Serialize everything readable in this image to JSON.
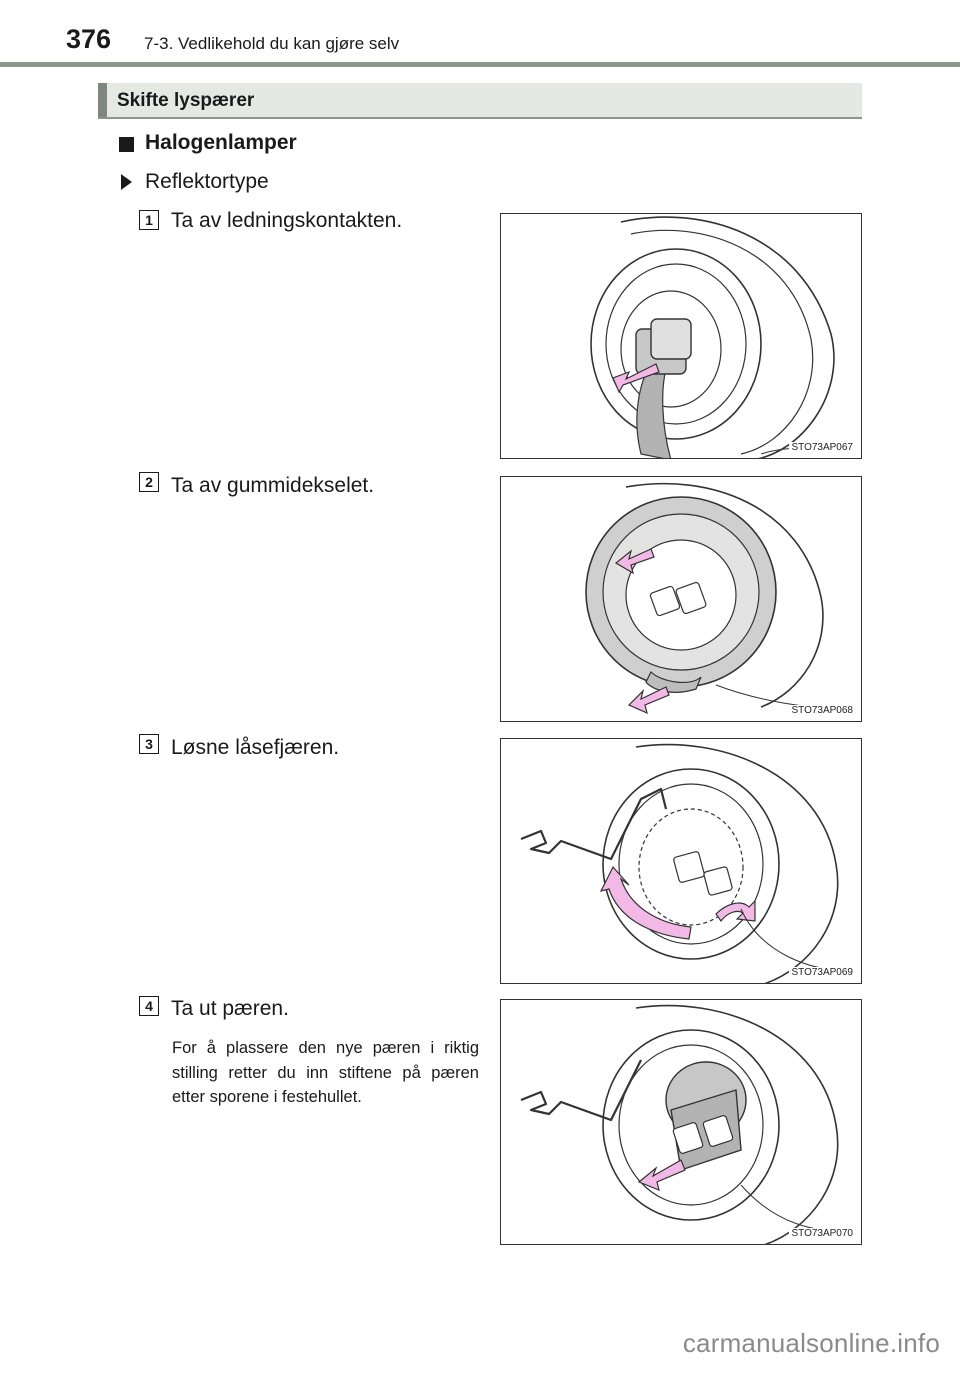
{
  "header": {
    "page_number": "376",
    "chapter": "7-3. Vedlikehold du kan gjøre selv"
  },
  "section": {
    "title": "Skifte lyspærer"
  },
  "heading": "Halogenlamper",
  "subheading": "Reflektortype",
  "steps": [
    {
      "number": "1",
      "text": "Ta av ledningskontakten.",
      "figure_code": "STO73AP067"
    },
    {
      "number": "2",
      "text": "Ta av gummidekselet.",
      "figure_code": "STO73AP068"
    },
    {
      "number": "3",
      "text": "Løsne låsefjæren.",
      "figure_code": "STO73AP069"
    },
    {
      "number": "4",
      "text": "Ta ut pæren.",
      "figure_code": "STO73AP070"
    }
  ],
  "note": "For å plassere den nye pæren i riktig stilling retter du inn stiftene på pæren etter sporene i festehullet.",
  "footer": {
    "watermark": "carmanualsonline.info"
  },
  "colors": {
    "arrow": "#f2b9e6",
    "rule": "#8c968c",
    "banner": "#e6e8e4"
  }
}
